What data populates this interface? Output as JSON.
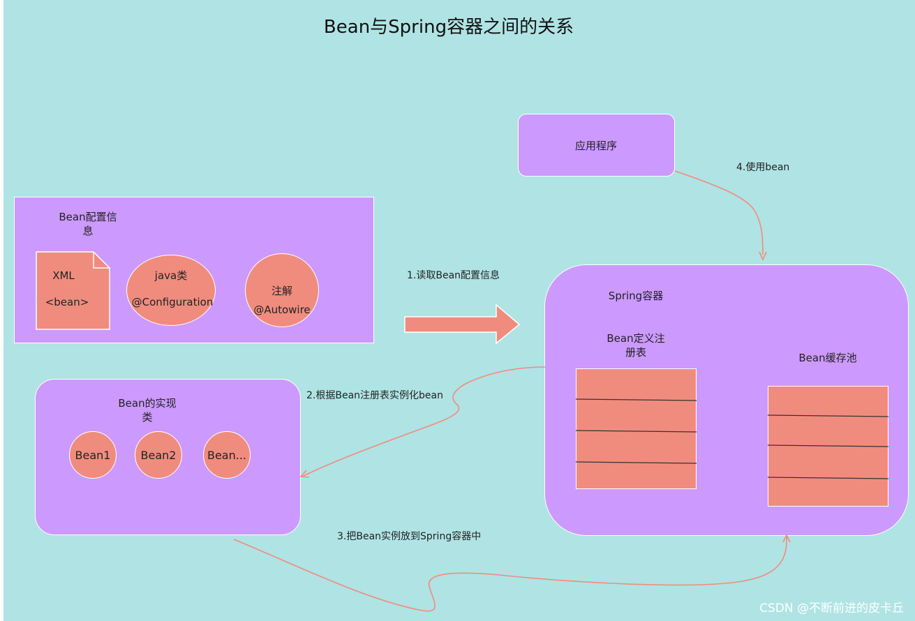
{
  "title": "Bean与Spring容器之间的关系",
  "colors": {
    "background": "#b0e3e4",
    "container_fill": "#cc99ff",
    "item_fill": "#f08c7e",
    "connector": "#f08c7e"
  },
  "app": {
    "label": "应用程序"
  },
  "config": {
    "label_line1": "Bean配置信",
    "label_line2": "息",
    "xml": {
      "line1": "XML",
      "line2": "<bean>"
    },
    "java": {
      "line1": "java类",
      "line2": "@Configuration"
    },
    "annotation": {
      "line1": "注解",
      "line2": "@Autowire"
    }
  },
  "impl": {
    "label_line1": "Bean的实现",
    "label_line2": "类",
    "beans": [
      "Bean1",
      "Bean2",
      "Bean..."
    ]
  },
  "container": {
    "label": "Spring容器",
    "registry": {
      "line1": "Bean定义注",
      "line2": "册表"
    },
    "cache": {
      "label": "Bean缓存池"
    }
  },
  "edges": {
    "read": "1.读取Bean配置信息",
    "instantiate": "2.根据Bean注册表实例化bean",
    "put": "3.把Bean实例放到Spring容器中",
    "use": "4.使用bean"
  },
  "watermark": "CSDN @不断前进的皮卡丘"
}
